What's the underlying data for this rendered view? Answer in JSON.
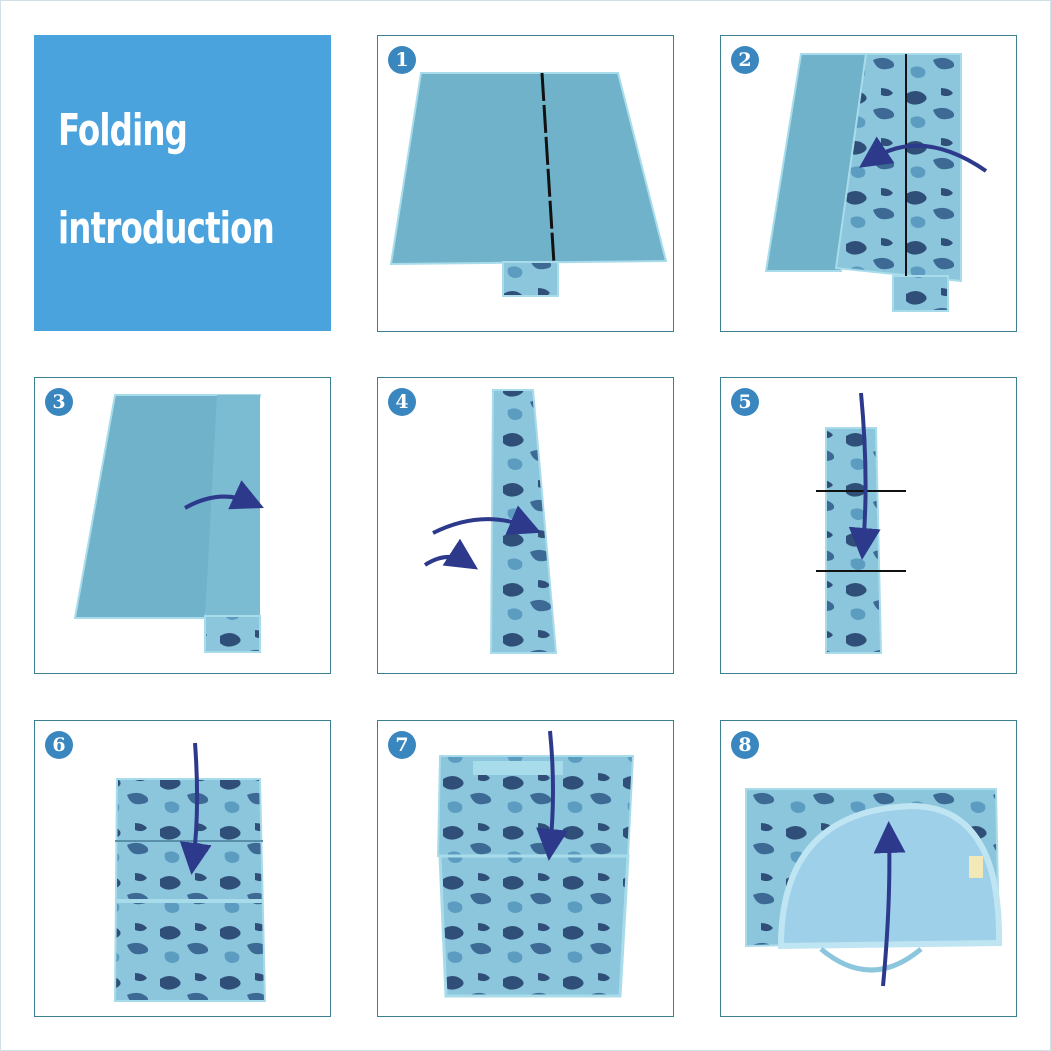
{
  "title": {
    "line1": "Folding",
    "line2": "introduction"
  },
  "colors": {
    "title_bg": "#4aa3dd",
    "panel_border": "#3b7f90",
    "badge": "#3a87c0",
    "mat": "#6fb2c9",
    "camo_light": "#8cc6dc",
    "camo_dark": "#2f4f78",
    "arrow": "#2d3a8c"
  },
  "steps": [
    {
      "number": "1"
    },
    {
      "number": "2"
    },
    {
      "number": "3"
    },
    {
      "number": "4"
    },
    {
      "number": "5"
    },
    {
      "number": "6"
    },
    {
      "number": "7"
    },
    {
      "number": "8"
    }
  ]
}
